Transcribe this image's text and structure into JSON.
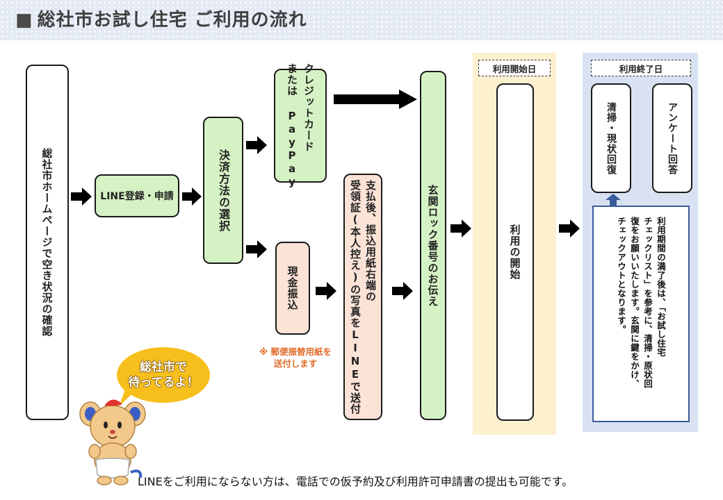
{
  "header": {
    "square": "■",
    "title": "総社市お試し住宅 ご利用の流れ"
  },
  "steps": {
    "homepage": "総社市ホームページで空き状況の確認",
    "line_register": "LINE登録・申請",
    "payment_method": "決済方法の選択",
    "credit_card": "クレジットカード\nまたは PayPay",
    "bank_transfer": "現金振込",
    "receipt": "支払後、振込用紙右端の\n受領証(本人控え)の写真をLINEで送付",
    "door_lock": "玄関ロック番号のお伝え",
    "start_use": "利用の開始",
    "cleaning": "清掃・現状回復",
    "survey": "アンケート回答"
  },
  "labels": {
    "start_day": "利用開始日",
    "end_day": "利用終了日"
  },
  "notes": {
    "furikomi_line1": "※ 郵便振替用紙を",
    "furikomi_line2": "送付します",
    "checkout": "利用期間の満了後は、「お試し住宅\nチェックリスト」を参考に、清掃・原状回\n復をお願いいたします。玄関に鍵をかけ、\nチェックアウトとなります。"
  },
  "mascot": {
    "bubble_line1": "総社市で",
    "bubble_line2": "待ってるよ！"
  },
  "footer": {
    "text": "LINEをご利用にならない方は、電話での仮予約及び利用許可申請書の提出も可能です。"
  },
  "colors": {
    "green_box": "#d5f2c4",
    "peach_box": "#fbe3d7",
    "start_panel": "#fcf0cf",
    "end_panel": "#d8e2f2",
    "bubble": "#f7bf1c",
    "note_red": "#e06b2a"
  }
}
